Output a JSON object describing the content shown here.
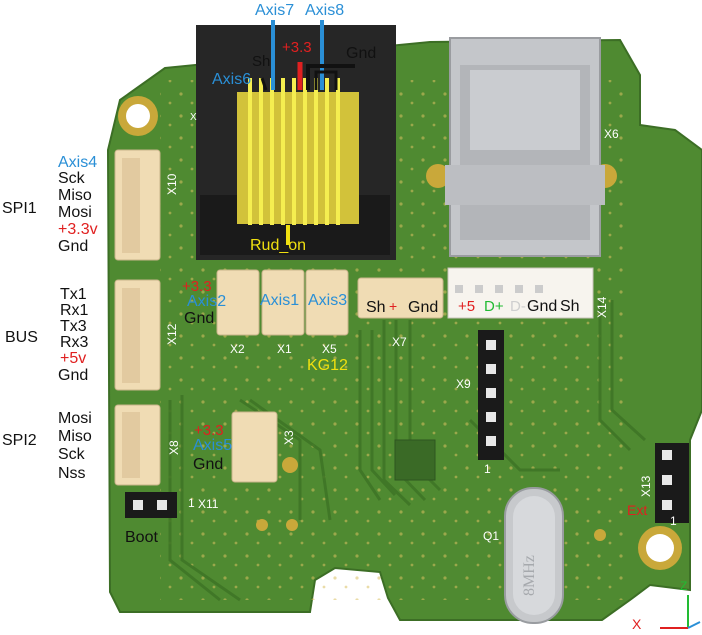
{
  "connectors": {
    "x10": {
      "ref": "X10",
      "pins": [
        "Axis4",
        "Sck",
        "Miso",
        "Mosi",
        "+3.3v",
        "Gnd"
      ],
      "group": "SPI1"
    },
    "x12": {
      "ref": "X12",
      "pins": [
        "Tx1",
        "Rx1",
        "Tx3",
        "Rx3",
        "+5v",
        "Gnd"
      ],
      "group": "BUS"
    },
    "x8": {
      "ref": "X8",
      "pins": [
        "Mosi",
        "Miso",
        "Sck",
        "Nss"
      ],
      "group": "SPI2"
    },
    "x11": {
      "ref": "X11",
      "label": "Boot",
      "pin1": "1"
    },
    "x2": {
      "ref": "X2",
      "pins": [
        "+3.3",
        "Axis2",
        "Gnd"
      ]
    },
    "x1": {
      "ref": "X1",
      "pins": [
        "Axis1"
      ]
    },
    "x5": {
      "ref": "X5",
      "pins": [
        "Axis3"
      ]
    },
    "x3": {
      "ref": "X3",
      "pins": [
        "+3.3",
        "Axis5",
        "Gnd"
      ]
    },
    "x7": {
      "ref": "X7",
      "pins": [
        "Sh",
        "+",
        "Gnd"
      ]
    },
    "x9": {
      "ref": "X9",
      "pin1": "1"
    },
    "x13": {
      "ref": "X13",
      "label": "Ext",
      "pin1": "1"
    },
    "x14": {
      "ref": "X14",
      "pins": [
        "+5",
        "D+",
        "D-",
        "Gnd",
        "Sh"
      ]
    },
    "x6": {
      "ref": "X6"
    },
    "rj": {
      "pins": [
        "Axis7",
        "Axis8",
        "Sh",
        "+3.3",
        "Gnd",
        "Axis6"
      ],
      "bottom": "Rud_on"
    }
  },
  "misc": {
    "kg12": "KG12",
    "q1": "Q1",
    "crystal": "8MHz",
    "x_ref_small": "X"
  },
  "axes": {
    "x": "X",
    "z": "Z"
  },
  "colors": {
    "board": "#4e8a30",
    "copper": "#c8a536",
    "connector": "#f0dcb4",
    "header": "#1a1a1a"
  }
}
